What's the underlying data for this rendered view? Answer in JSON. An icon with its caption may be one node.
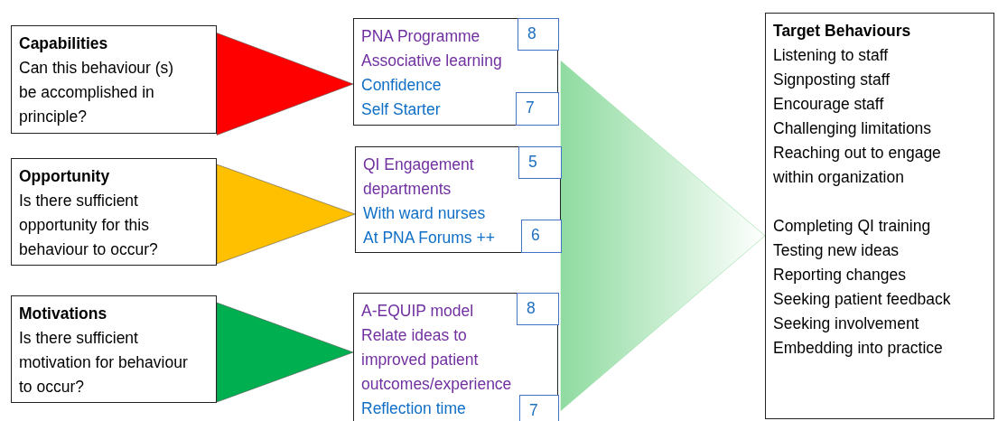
{
  "diagram": {
    "nodes": [
      {
        "text": [
          "Capabilities",
          "Can this behaviour (s) be accomplished in principle?"
        ]
      },
      {
        "text": [
          "PNA Programme",
          "Associative learning",
          "Confidence",
          "Self Starter"
        ]
      },
      {
        "text": [
          "8"
        ],
        "in": 1
      },
      {
        "text": [
          "7"
        ],
        "in": 1
      },
      {
        "text": [
          "Target Behaviours",
          "Listening to staff",
          "Signposting staff",
          "Encourage staff",
          "Challenging limitations",
          "Reaching out to engage within organization",
          "Completing QI training",
          "Testing new ideas",
          "Reporting changes",
          "Seeking patient feedback",
          "Seeking involvement",
          "Embedding into practice"
        ]
      },
      {
        "text": [
          "Opportunity",
          "Is there sufficient opportunity for this behaviour to occur?"
        ]
      },
      {
        "text": [
          "QI Engagement departments",
          "With ward nurses",
          "At PNA Forums ++"
        ]
      },
      {
        "text": [
          "5"
        ],
        "in": 6
      },
      {
        "text": [
          "6"
        ],
        "in": 6
      },
      {
        "text": [
          "Motivations",
          "Is there sufficient motivation for behaviour to occur?"
        ]
      },
      {
        "text": [
          "A-EQUIP model",
          "Relate ideas to improved patient outcomes/experience",
          "Reflection time"
        ]
      },
      {
        "text": [
          "8"
        ],
        "in": 10
      },
      {
        "text": [
          "7"
        ],
        "in": 10
      }
    ],
    "edges": [
      {
        "from": 0,
        "to": 1,
        "arrow": "to",
        "color": "#ff0000"
      },
      {
        "from": 5,
        "to": 6,
        "arrow": "to",
        "color": "#ffc000"
      },
      {
        "from": 9,
        "to": 10,
        "arrow": "to",
        "color": "#00b050"
      },
      {
        "from": 1,
        "to": 4,
        "arrow": "to",
        "color": "#8fdba0"
      },
      {
        "from": 6,
        "to": 4,
        "arrow": "to",
        "color": "#8fdba0"
      },
      {
        "from": 10,
        "to": 4,
        "arrow": "to",
        "color": "#8fdba0"
      }
    ]
  }
}
